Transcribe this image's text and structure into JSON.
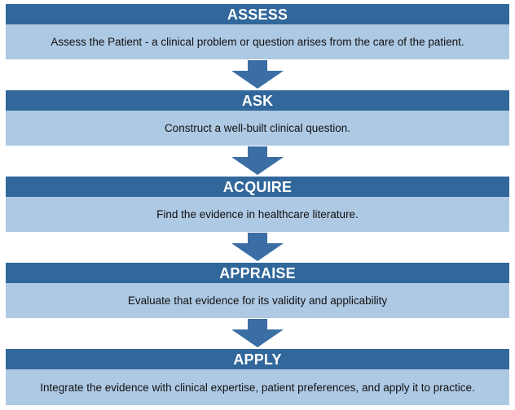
{
  "colors": {
    "header_bg": "#31679B",
    "description_bg": "#AEC9E4",
    "arrow": "#3A6EA5",
    "header_text": "#FFFFFF",
    "description_text": "#111111",
    "page_background": "#FFFFFF"
  },
  "steps": [
    {
      "title": "ASSESS",
      "description": "Assess the Patient - a clinical problem or question arises from the care of the patient."
    },
    {
      "title": "ASK",
      "description": "Construct a well-built clinical question."
    },
    {
      "title": "ACQUIRE",
      "description": "Find the evidence in healthcare literature."
    },
    {
      "title": "APPRAISE",
      "description": "Evaluate that evidence for its validity and applicability"
    },
    {
      "title": "APPLY",
      "description": "Integrate the evidence with clinical expertise, patient preferences, and apply it to practice."
    }
  ]
}
